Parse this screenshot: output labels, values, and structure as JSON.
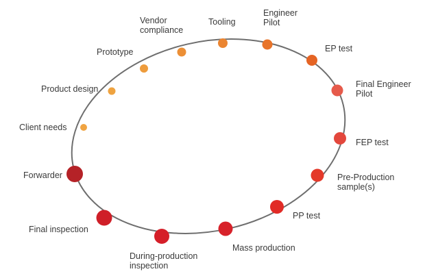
{
  "stages": [
    {
      "lines": [
        "Client needs"
      ],
      "color": "#f0a442"
    },
    {
      "lines": [
        "Product design"
      ],
      "color": "#efa340"
    },
    {
      "lines": [
        "Prototype"
      ],
      "color": "#ee9c3c"
    },
    {
      "lines": [
        "Vendor",
        "compliance"
      ],
      "color": "#ec8f36"
    },
    {
      "lines": [
        "Tooling"
      ],
      "color": "#eb8531"
    },
    {
      "lines": [
        "Engineer",
        "Pilot"
      ],
      "color": "#e8742a"
    },
    {
      "lines": [
        "EP test"
      ],
      "color": "#e56424"
    },
    {
      "lines": [
        "Final Engineer",
        "Pilot"
      ],
      "color": "#e65a4b"
    },
    {
      "lines": [
        "FEP test"
      ],
      "color": "#e3473c"
    },
    {
      "lines": [
        "Pre-Production",
        "sample(s)"
      ],
      "color": "#e4392a"
    },
    {
      "lines": [
        "PP test"
      ],
      "color": "#e12b26"
    },
    {
      "lines": [
        "Mass production"
      ],
      "color": "#d7222a"
    },
    {
      "lines": [
        "During-production",
        "inspection"
      ],
      "color": "#d51f29"
    },
    {
      "lines": [
        "Final inspection"
      ],
      "color": "#cf1f28"
    },
    {
      "lines": [
        "Forwarder"
      ],
      "color": "#b52227"
    }
  ]
}
